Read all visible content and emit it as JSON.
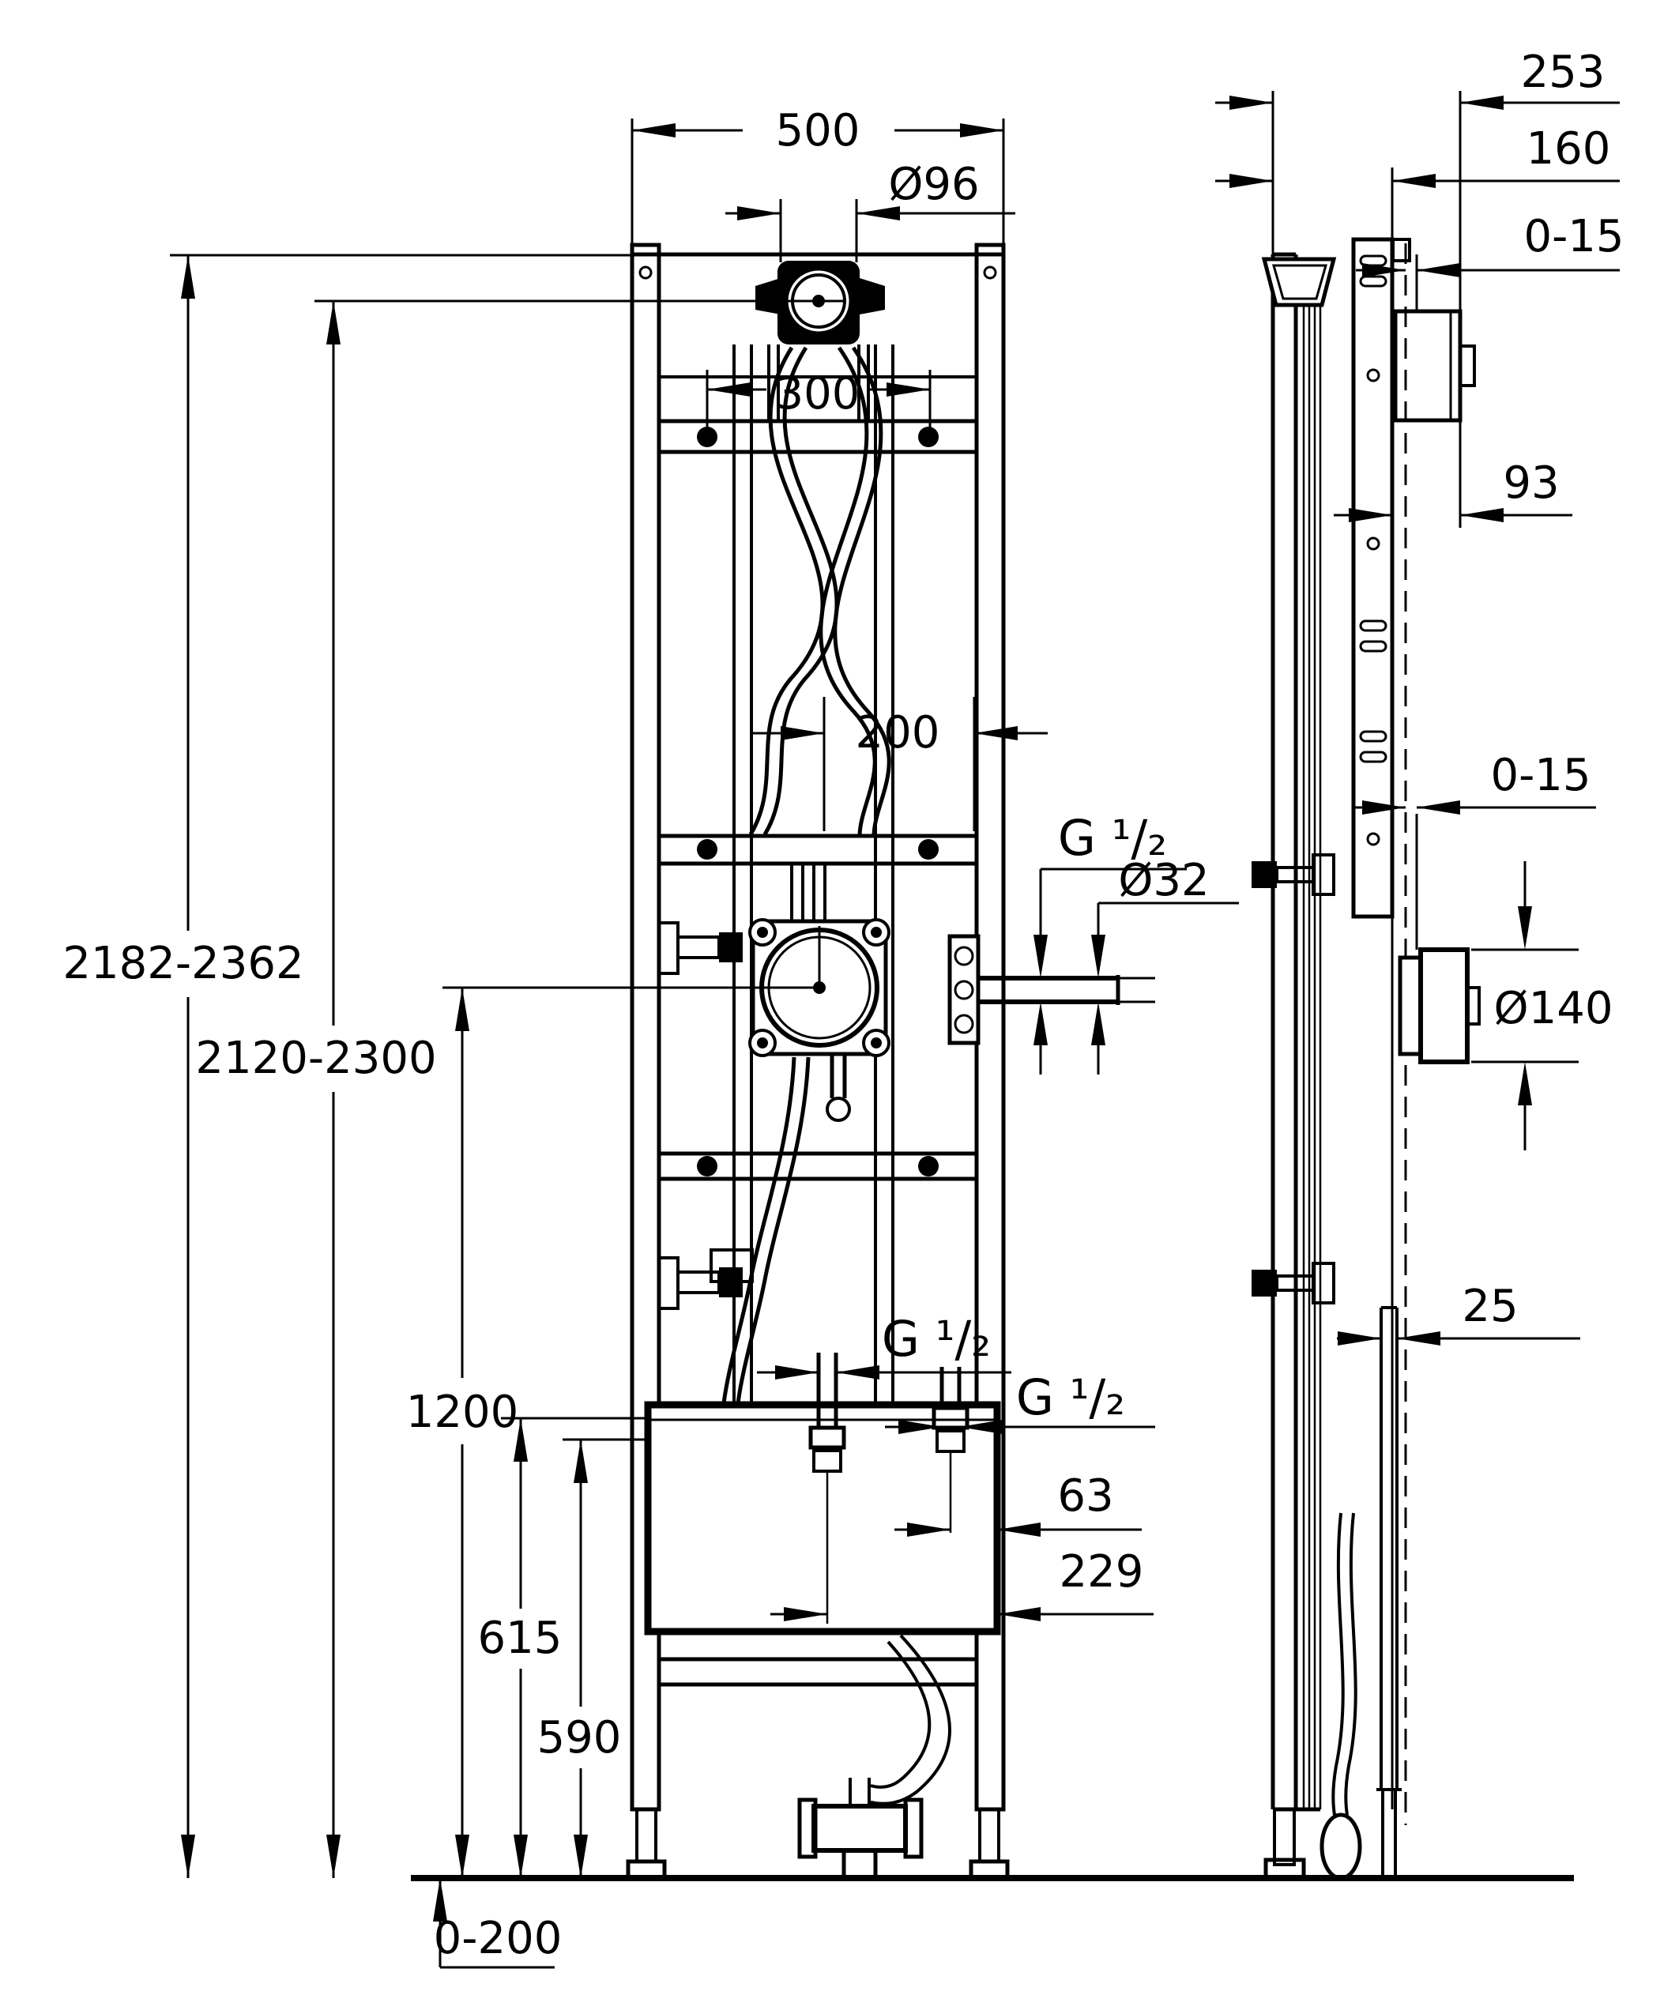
{
  "dimensions": {
    "front": {
      "frame_width": "500",
      "head_fitting_diameter": "Ø96",
      "upright_spacing": "300",
      "outlet_offset": "200",
      "thread_shower_outlet": "G ¹/₂",
      "outlet_pipe_diameter": "Ø32",
      "overall_height": "2182-2362",
      "shower_outlet_height": "2120-2300",
      "mixer_height": "1200",
      "box_top_height": "615",
      "box_connection_height": "590",
      "floor_adjustment": "0-200",
      "thread_box_left": "G ¹/₂",
      "thread_box_right": "G ¹/₂",
      "connection_offset": "63",
      "connection_offset_2": "229"
    },
    "side": {
      "overall_depth": "253",
      "rail_depth": "160",
      "top_adjustment": "0-15",
      "bracket_depth": "93",
      "mid_adjustment": "0-15",
      "escutcheon_diameter": "Ø140",
      "panel_gap": "25"
    }
  }
}
